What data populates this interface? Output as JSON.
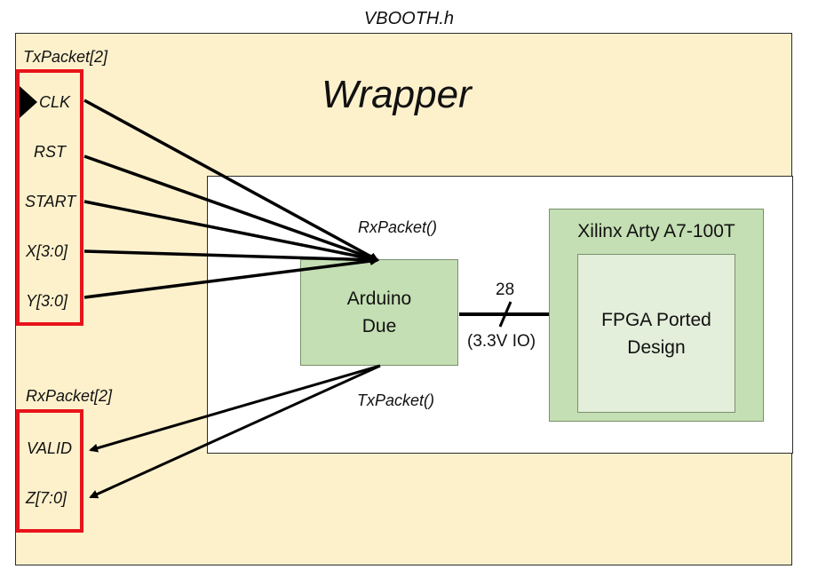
{
  "file_title": "VBOOTH.h",
  "wrapper_label": "Wrapper",
  "tx_group": {
    "title": "TxPacket[2]",
    "ports": [
      "CLK",
      "RST",
      "START",
      "X[3:0]",
      "Y[3:0]"
    ]
  },
  "rx_group": {
    "title": "RxPacket[2]",
    "ports": [
      "VALID",
      "Z[7:0]"
    ]
  },
  "arduino": {
    "line1": "Arduino",
    "line2": "Due"
  },
  "xilinx": {
    "title": "Xilinx Arty A7-100T"
  },
  "fpga": {
    "line1": "FPGA Ported",
    "line2": "Design"
  },
  "bus": {
    "width": "28",
    "io": "(3.3V IO)"
  },
  "rx_call": "RxPacket()",
  "tx_call": "TxPacket()",
  "colors": {
    "outer_fill": "#fdf1cc",
    "block_fill": "#c4dfb3",
    "fpga_fill": "#e3eedb",
    "highlight": "#e8141b"
  }
}
